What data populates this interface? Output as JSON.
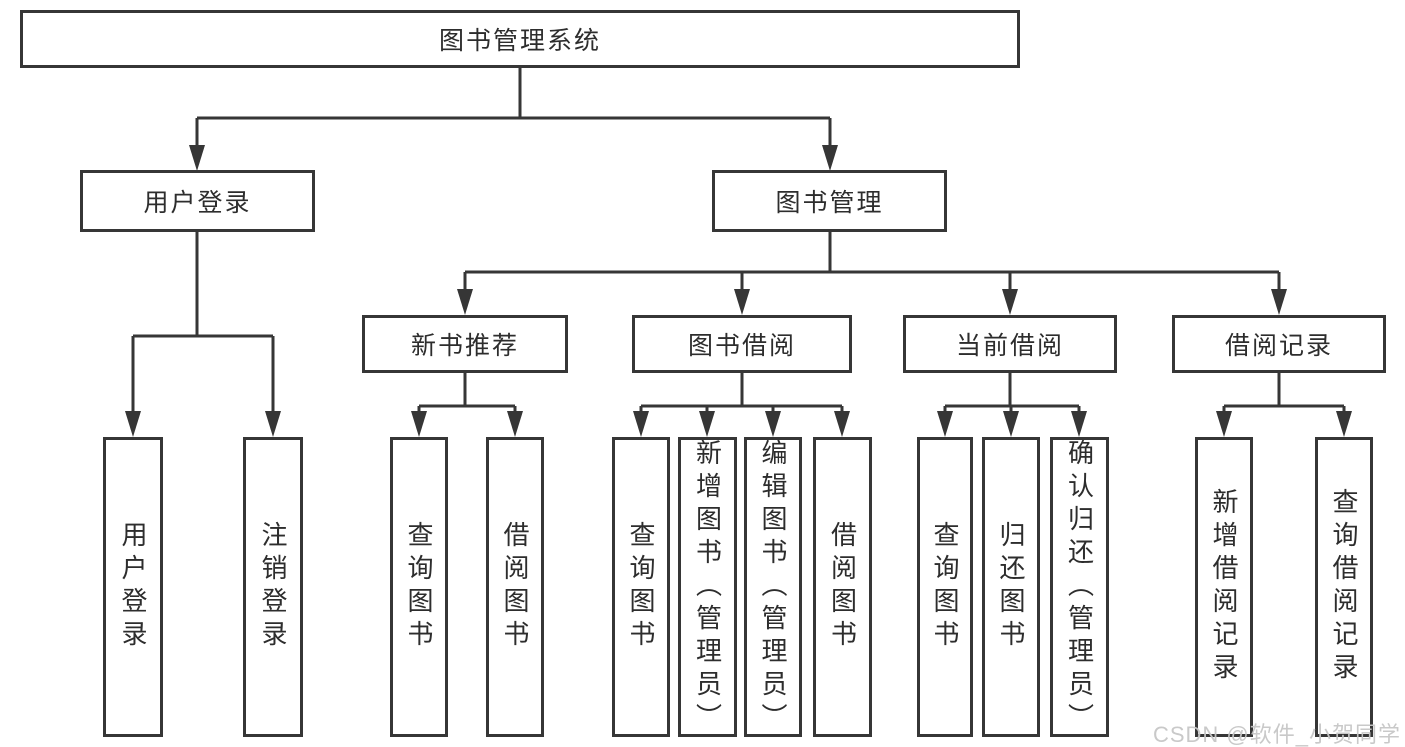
{
  "tree": {
    "root": {
      "label": "图书管理系统"
    },
    "user_login": {
      "label": "用户登录",
      "children": [
        {
          "label": "用户登录"
        },
        {
          "label": "注销登录"
        }
      ]
    },
    "book_mgmt": {
      "label": "图书管理",
      "sections": [
        {
          "label": "新书推荐",
          "children": [
            {
              "label": "查询图书"
            },
            {
              "label": "借阅图书"
            }
          ]
        },
        {
          "label": "图书借阅",
          "children": [
            {
              "label": "查询图书"
            },
            {
              "label": "新增图书（管理员）"
            },
            {
              "label": "编辑图书（管理员）"
            },
            {
              "label": "借阅图书"
            }
          ]
        },
        {
          "label": "当前借阅",
          "children": [
            {
              "label": "查询图书"
            },
            {
              "label": "归还图书"
            },
            {
              "label": "确认归还（管理员）"
            }
          ]
        },
        {
          "label": "借阅记录",
          "children": [
            {
              "label": "新增借阅记录"
            },
            {
              "label": "查询借阅记录"
            }
          ]
        }
      ]
    }
  },
  "watermark": {
    "text": "CSDN @软件_小贺同学"
  },
  "colors": {
    "line": "#363636",
    "box_border": "#363636",
    "box_bg": "#ffffff",
    "text": "#2d2d2d",
    "watermark": "#c6c6c6"
  }
}
